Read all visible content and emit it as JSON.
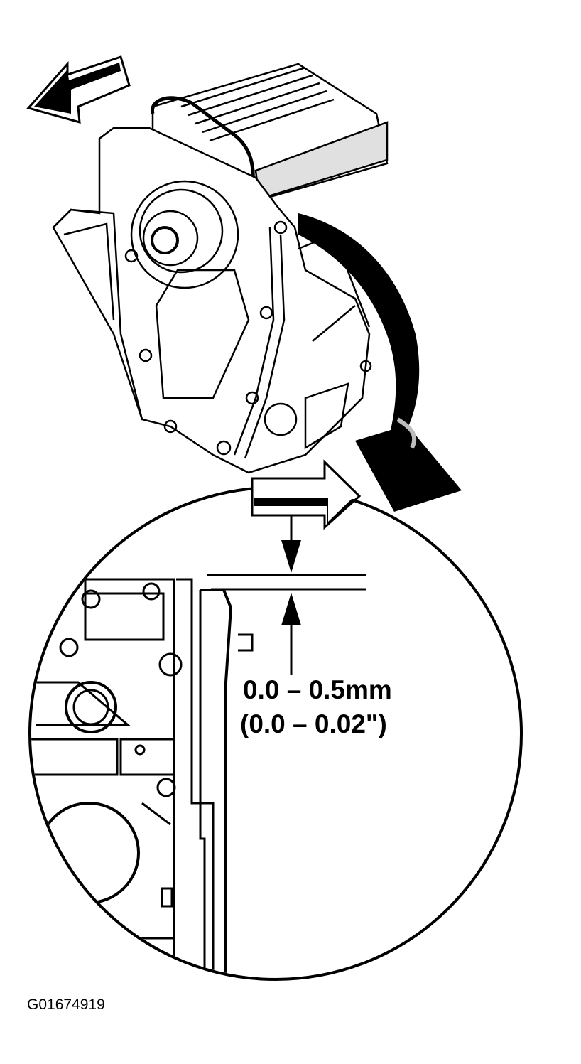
{
  "figure": {
    "clearance_mm": "0.0 – 0.5mm",
    "clearance_in": "(0.0 – 0.02\")",
    "figure_id": "G01674919"
  },
  "colors": {
    "ink": "#000000",
    "paper": "#ffffff",
    "shade": "#bdbdbd"
  },
  "icons": [
    "arrow-left-icon",
    "curved-arrow-down-icon",
    "arrow-right-icon",
    "clearance-arrow-down-icon",
    "clearance-arrow-up-icon"
  ]
}
